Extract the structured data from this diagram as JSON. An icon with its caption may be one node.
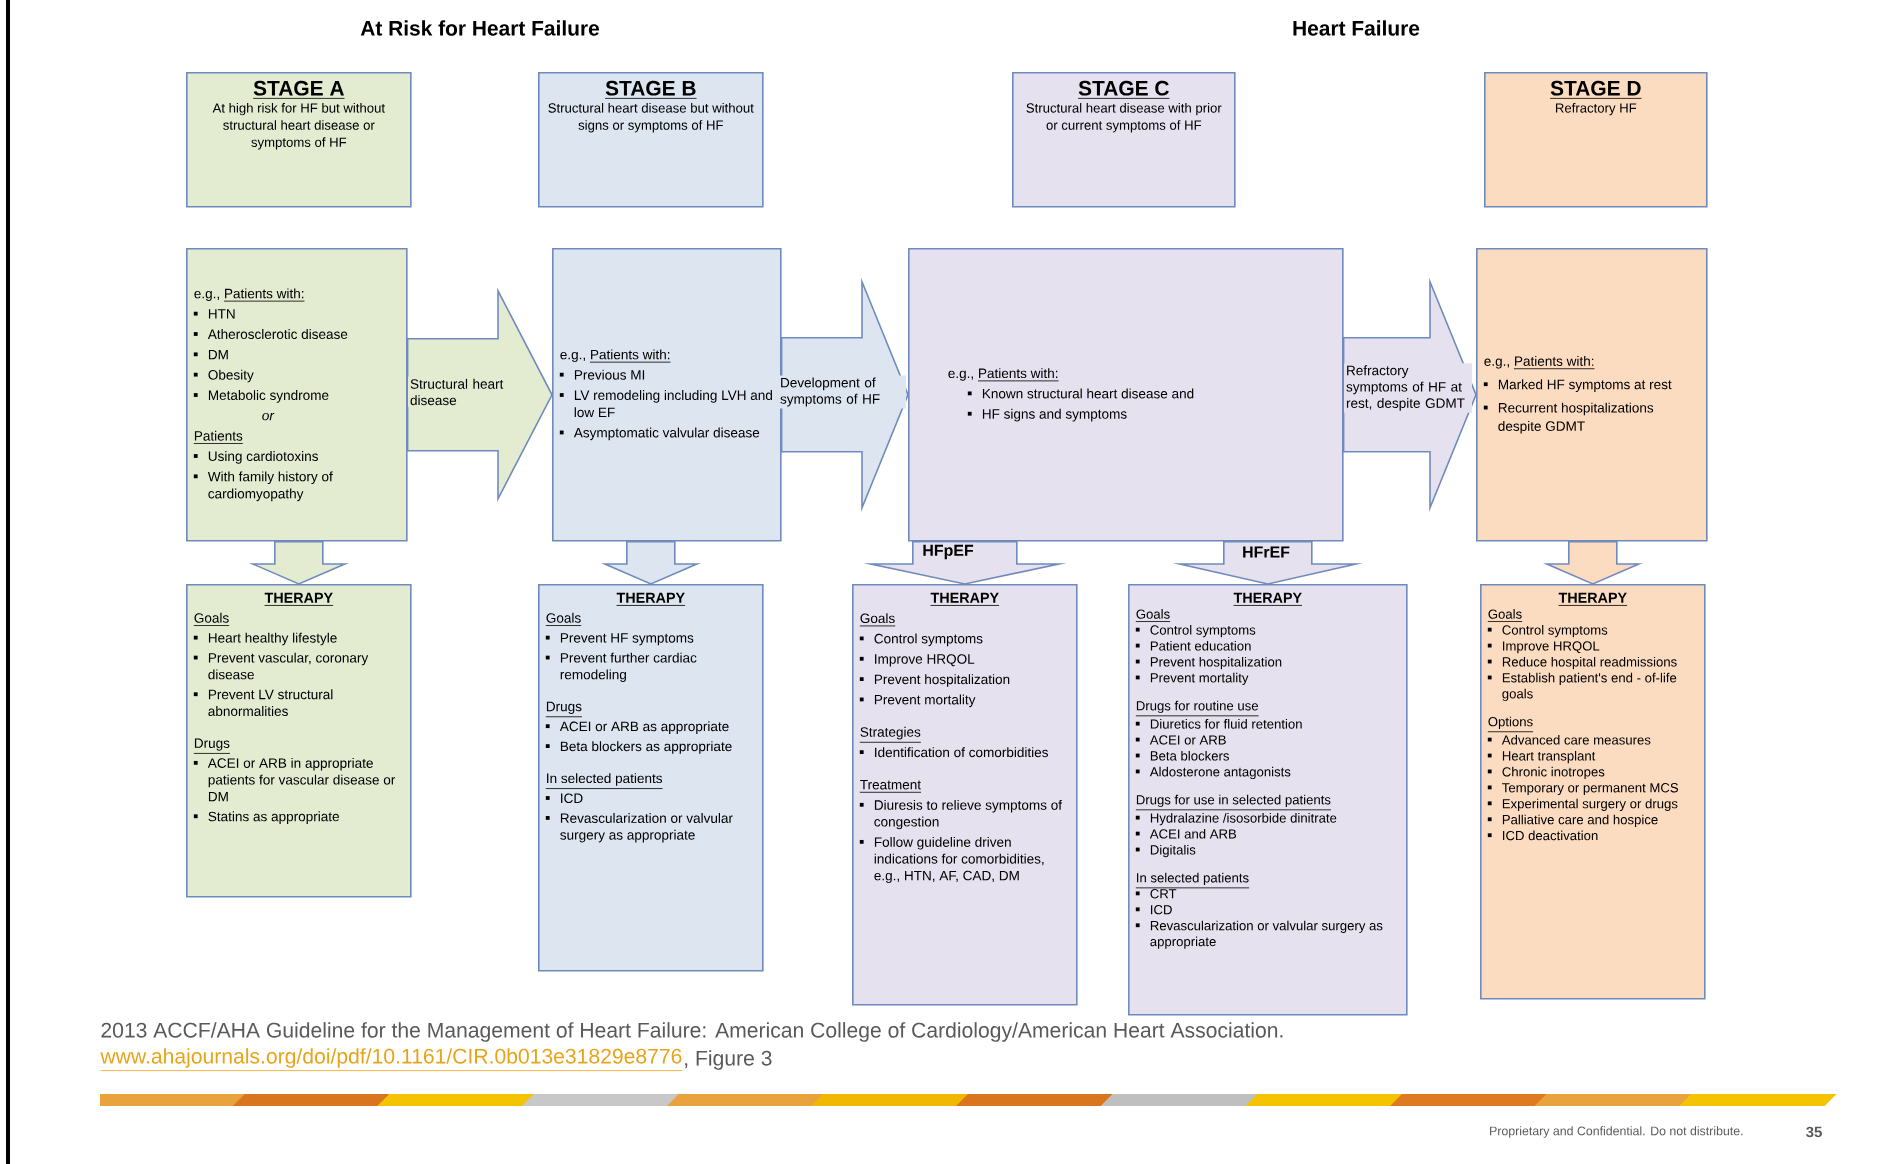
{
  "diagram": {
    "caption": "2013 ACCF/AHA Guideline for the Management of Heart Failure:  American College of Cardiology/American Heart Association.",
    "nodes": [
      {
        "text": [
          "STAGE A",
          "At high risk for HF but without structural heart disease or symptoms of HF"
        ]
      },
      {
        "text": [
          "STAGE B",
          "Structural heart disease but without signs or symptoms of HF"
        ]
      },
      {
        "text": [
          "STAGE C",
          "Structural heart disease with prior or current symptoms of HF"
        ]
      },
      {
        "text": [
          "STAGE D",
          "Refractory HF"
        ]
      },
      {
        "text": [
          "e.g.,",
          "Patients with:",
          "HTN",
          "Atherosclerotic disease",
          "DM",
          "Obesity",
          "Metabolic syndrome",
          "or",
          "Patients",
          "Using cardiotoxins",
          "With family history of cardiomyopathy"
        ]
      },
      {
        "text": [
          "e.g.,",
          "Patients with:",
          "Previous MI",
          "LV remodeling including LVH and low EF",
          "Asymptomatic valvular disease"
        ]
      },
      {
        "text": [
          "e.g.,",
          "Patients with:",
          "Known structural heart disease and",
          "HF signs and symptoms"
        ]
      },
      {
        "text": [
          "e.g.,",
          "Patients with:",
          "Marked HF symptoms at rest",
          "Recurrent hospitalizations despite GDMT"
        ]
      },
      {
        "text": [
          "THERAPY",
          "Goals",
          "Heart healthy lifestyle",
          "Prevent vascular, coronary disease",
          "Prevent LV structural abnormalities",
          "Drugs",
          "ACEI or ARB in appropriate patients for vascular disease or DM",
          "Statins as appropriate"
        ]
      },
      {
        "text": [
          "THERAPY",
          "Goals",
          "Prevent HF symptoms",
          "Prevent further cardiac remodeling",
          "Drugs",
          "ACEI or ARB as appropriate",
          "Beta blockers as appropriate",
          "In selected patients",
          "ICD",
          "Revascularization or valvular surgery as appropriate"
        ]
      },
      {
        "text": [
          "THERAPY",
          "Goals",
          "Control symptoms",
          "Improve HRQOL",
          "Prevent hospitalization",
          "Prevent mortality",
          "Strategies",
          "Identification of comorbidities",
          "Treatment",
          "Diuresis to relieve symptoms of congestion",
          "Follow guideline driven indications for comorbidities, e.g., HTN, AF, CAD, DM"
        ]
      },
      {
        "text": [
          "THERAPY",
          "Goals",
          "Control symptoms",
          "Patient education",
          "Prevent hospitalization",
          "Prevent mortality",
          "Drugs for routine use",
          "Diuretics for fluid retention",
          "ACEI or ARB",
          "Beta blockers",
          "Aldosterone antagonists",
          "Drugs for use in selected patients",
          "Hydralazine /isosorbide dinitrate",
          "ACEI and ARB",
          "Digitalis",
          "In selected patients",
          "CRT",
          "ICD",
          "Revascularization or valvular surgery as appropriate"
        ]
      },
      {
        "text": [
          "THERAPY",
          "Goals",
          "Control symptoms",
          "Improve HRQOL",
          "Reduce hospital readmissions",
          "Establish patient's end - of-life goals",
          "Options",
          "Advanced care measures",
          "Heart transplant",
          "Chronic inotropes",
          "Temporary or permanent MCS",
          "Experimental surgery or drugs",
          "Palliative care and hospice",
          "ICD deactivation"
        ]
      }
    ],
    "edges": [
      {
        "from": 4,
        "to": 5,
        "arrow": "to",
        "label": "Structural heart disease",
        "color": "#e3ebd1"
      },
      {
        "from": 5,
        "to": 6,
        "arrow": "to",
        "label": "Development of symptoms of HF",
        "color": "#dce5f0"
      },
      {
        "from": 6,
        "to": 7,
        "arrow": "to",
        "label": "Refractory symptoms of HF at rest, despite GDMT",
        "color": "#e6e1ee"
      },
      {
        "from": 4,
        "to": 8,
        "arrow": "to",
        "color": "#e3ebd1"
      },
      {
        "from": 5,
        "to": 9,
        "arrow": "to",
        "color": "#dce5f0"
      },
      {
        "from": 6,
        "to": 10,
        "arrow": "to",
        "label": "HFpEF",
        "color": "#e6e1ee"
      },
      {
        "from": 6,
        "to": 11,
        "arrow": "to",
        "label": "HFrEF",
        "color": "#e6e1ee"
      },
      {
        "from": 7,
        "to": 12,
        "arrow": "to",
        "color": "#fcdcc0"
      }
    ],
    "labels": [
      "At Risk for Heart Failure",
      "Heart Failure",
      "www.ahajournals.org/doi/pdf/10.1161/CIR.0b013e31829e8776",
      ", Figure 3",
      "Proprietary and Confidential. Do not distribute.",
      "35"
    ]
  }
}
